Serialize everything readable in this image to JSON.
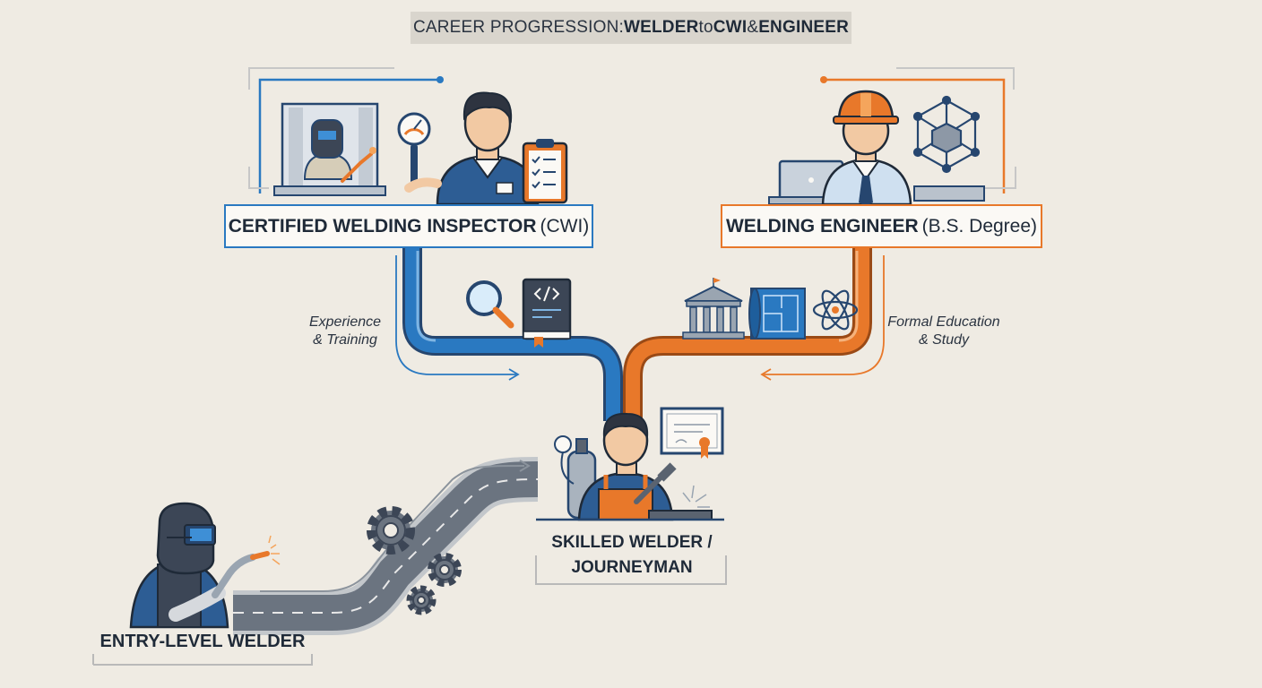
{
  "title": {
    "prefix": "CAREER PROGRESSION: ",
    "welder": "WELDER",
    "to": " to ",
    "cwi": "CWI",
    "amp": " & ",
    "engineer": "ENGINEER"
  },
  "nodes": {
    "cwi": {
      "bold": "CERTIFIED WELDING INSPECTOR",
      "normal": "(CWI)"
    },
    "engineer": {
      "bold": "WELDING ENGINEER",
      "normal": "(B.S. Degree)"
    },
    "skilled": {
      "line1": "SKILLED WELDER /",
      "line2": "JOURNEYMAN"
    },
    "entry": {
      "label": "ENTRY-LEVEL WELDER"
    }
  },
  "paths": {
    "experience": {
      "line1": "Experience",
      "line2": "& Training"
    },
    "education": {
      "line1": "Formal Education",
      "line2": "& Study"
    }
  },
  "colors": {
    "background": "#efebe3",
    "cwi_path": "#2a79c1",
    "engineer_path": "#e8782a",
    "road": "#6b7480",
    "navy": "#26466f",
    "skin": "#f2c9a3"
  },
  "icons": [
    "welding-booth-icon",
    "magnifier-gauge-icon",
    "inspector-icon",
    "clipboard-icon",
    "engineer-icon",
    "laptop-icon",
    "molecule-network-icon",
    "search-magnifier-icon",
    "code-book-icon",
    "university-icon",
    "blueprint-icon",
    "atom-icon",
    "gas-cylinder-icon",
    "journeyman-icon",
    "certificate-icon",
    "gear-icon",
    "entry-welder-icon",
    "welding-torch-icon"
  ]
}
